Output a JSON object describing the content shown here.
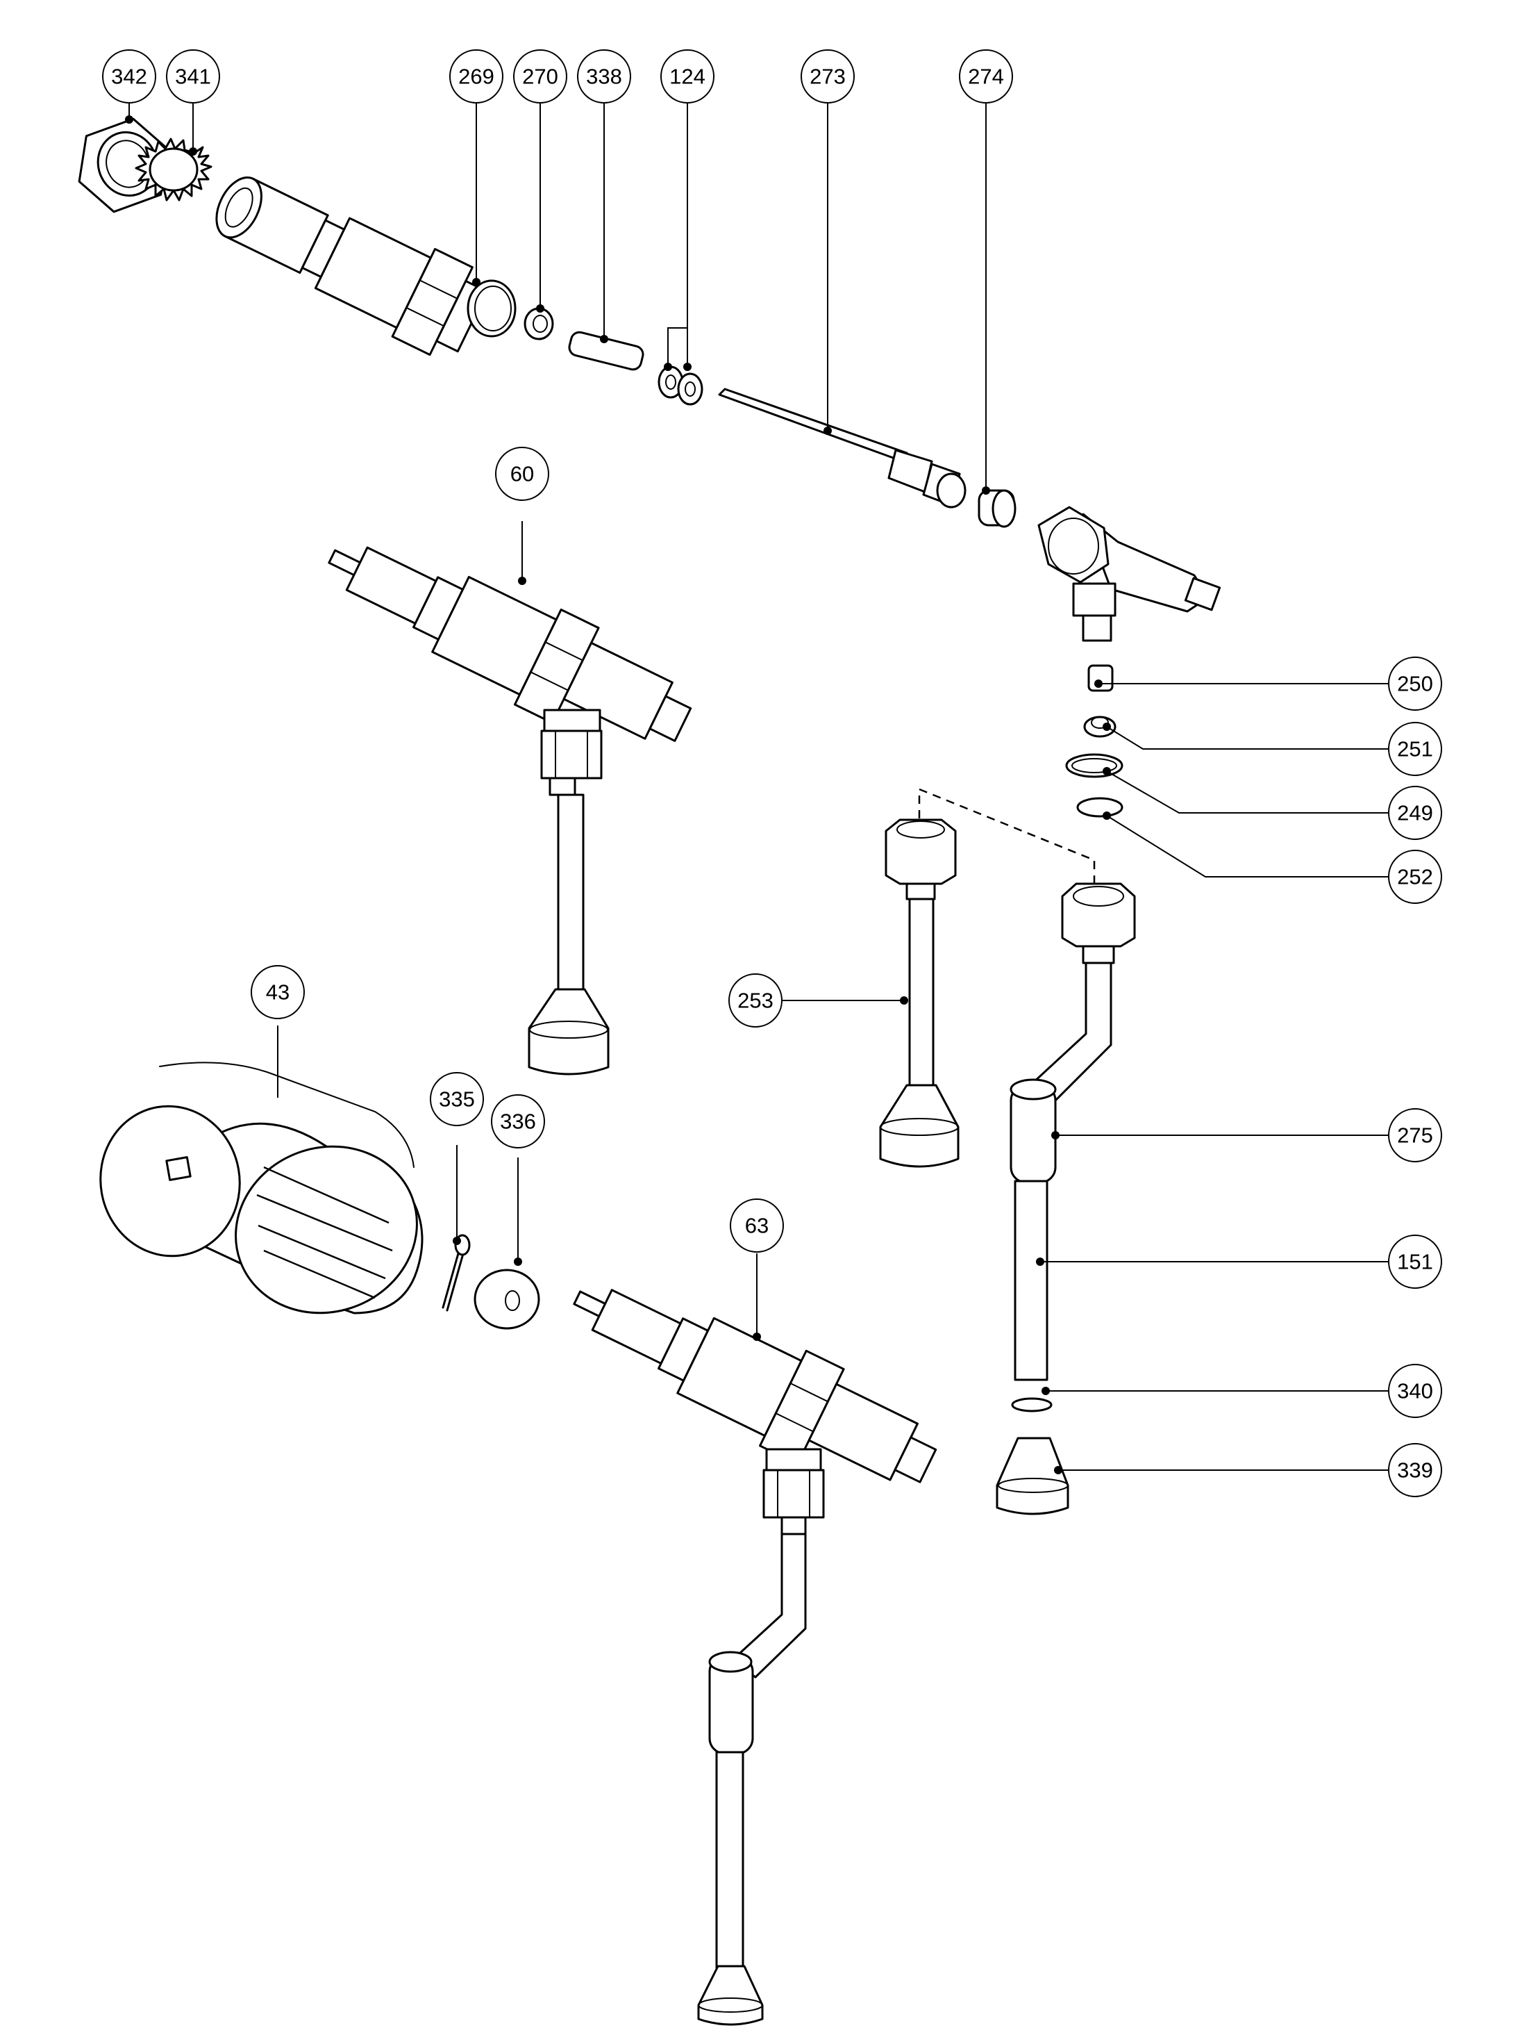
{
  "diagram": {
    "type": "exploded-parts-diagram",
    "line_color": "#000000",
    "background": "#ffffff",
    "callouts": [
      {
        "id": "c342",
        "label": "342"
      },
      {
        "id": "c341",
        "label": "341"
      },
      {
        "id": "c269",
        "label": "269"
      },
      {
        "id": "c270",
        "label": "270"
      },
      {
        "id": "c338",
        "label": "338"
      },
      {
        "id": "c124",
        "label": "124"
      },
      {
        "id": "c273",
        "label": "273"
      },
      {
        "id": "c274",
        "label": "274"
      },
      {
        "id": "c60",
        "label": "60"
      },
      {
        "id": "c250",
        "label": "250"
      },
      {
        "id": "c251",
        "label": "251"
      },
      {
        "id": "c249",
        "label": "249"
      },
      {
        "id": "c252",
        "label": "252"
      },
      {
        "id": "c253",
        "label": "253"
      },
      {
        "id": "c43",
        "label": "43"
      },
      {
        "id": "c335",
        "label": "335"
      },
      {
        "id": "c336",
        "label": "336"
      },
      {
        "id": "c63",
        "label": "63"
      },
      {
        "id": "c275",
        "label": "275"
      },
      {
        "id": "c151",
        "label": "151"
      },
      {
        "id": "c340",
        "label": "340"
      },
      {
        "id": "c339",
        "label": "339"
      }
    ]
  }
}
